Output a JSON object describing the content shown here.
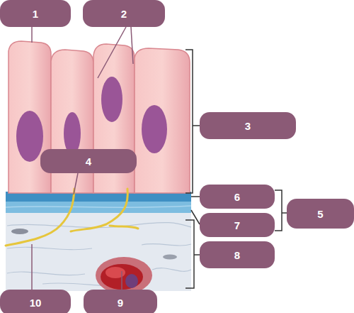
{
  "diagram": {
    "nodes": [
      {
        "text": [
          "1"
        ]
      },
      {
        "text": [
          "2"
        ]
      },
      {
        "text": [
          "3"
        ]
      },
      {
        "text": [
          "4"
        ]
      },
      {
        "text": [
          "6"
        ]
      },
      {
        "text": [
          "5"
        ]
      },
      {
        "text": [
          "7"
        ]
      },
      {
        "text": [
          "8"
        ]
      },
      {
        "text": [
          "10"
        ]
      },
      {
        "text": [
          "9"
        ]
      }
    ]
  }
}
